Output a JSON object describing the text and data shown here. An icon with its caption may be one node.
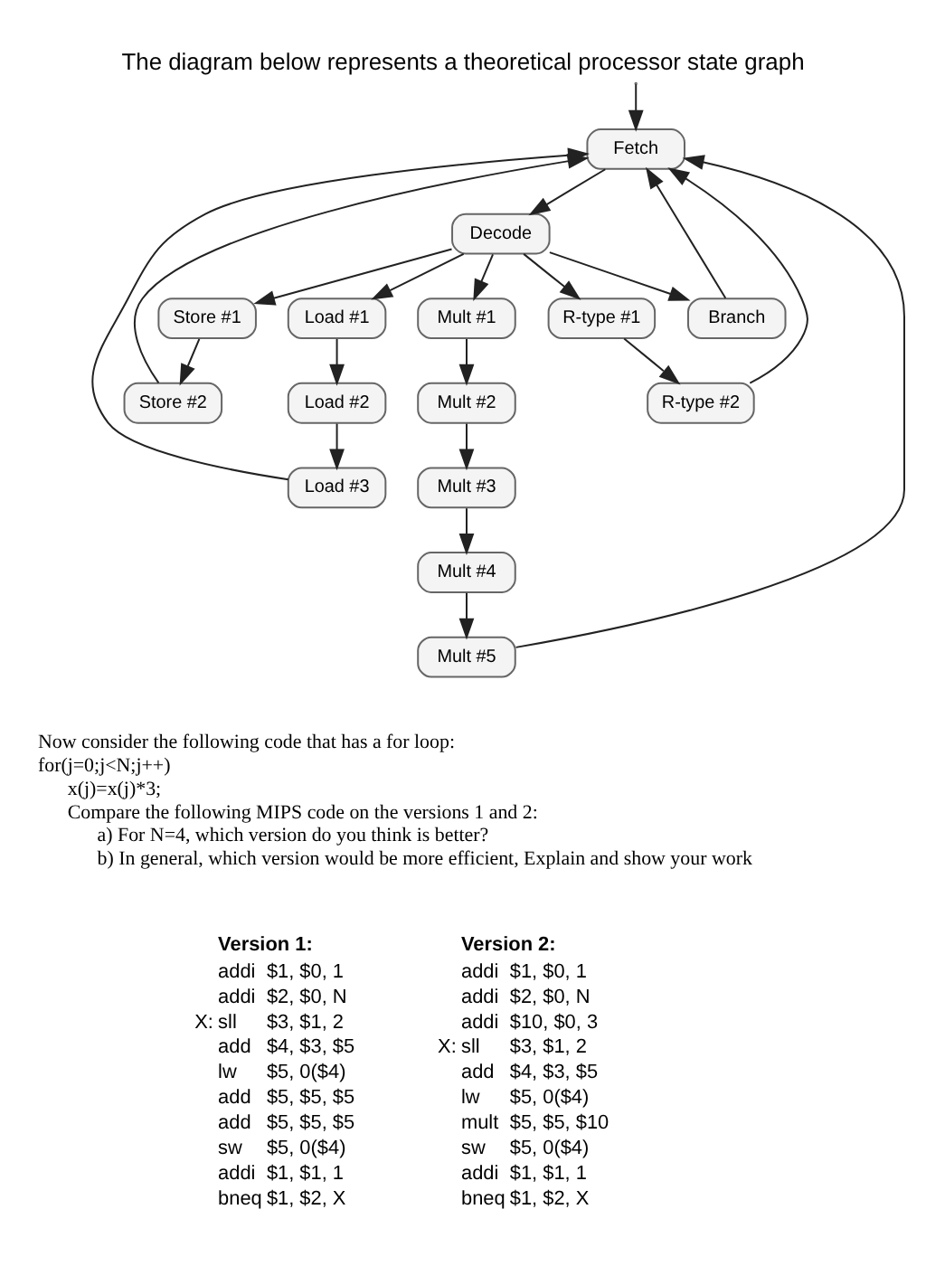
{
  "diagram": {
    "title": "The diagram below represents a theoretical processor state graph",
    "nodes": [
      {
        "text": [
          "Fetch"
        ]
      },
      {
        "text": [
          "Decode"
        ]
      },
      {
        "text": [
          "Load #1"
        ]
      },
      {
        "text": [
          "Store #1"
        ]
      },
      {
        "text": [
          "Branch"
        ]
      },
      {
        "text": [
          "R-type #1"
        ]
      },
      {
        "text": [
          "Mult #1"
        ]
      },
      {
        "text": [
          "Load #2"
        ]
      },
      {
        "text": [
          "Store #2"
        ]
      },
      {
        "text": [
          "R-type #2"
        ]
      },
      {
        "text": [
          "Mult #2"
        ]
      },
      {
        "text": [
          "Load #3"
        ]
      },
      {
        "text": [
          "Mult #3"
        ]
      },
      {
        "text": [
          "Mult #4"
        ]
      },
      {
        "text": [
          "Mult #5"
        ]
      }
    ],
    "edges": [
      {
        "from": null,
        "to": 0,
        "arrow": "to"
      },
      {
        "from": 0,
        "to": 1,
        "arrow": "to"
      },
      {
        "from": 1,
        "to": 2,
        "arrow": "to"
      },
      {
        "from": 1,
        "to": 3,
        "arrow": "to"
      },
      {
        "from": 1,
        "to": 4,
        "arrow": "to"
      },
      {
        "from": 1,
        "to": 5,
        "arrow": "to"
      },
      {
        "from": 1,
        "to": 6,
        "arrow": "to"
      },
      {
        "from": 2,
        "to": 7,
        "arrow": "to"
      },
      {
        "from": 7,
        "to": 11,
        "arrow": "to"
      },
      {
        "from": 3,
        "to": 8,
        "arrow": "to"
      },
      {
        "from": 5,
        "to": 9,
        "arrow": "to"
      },
      {
        "from": 6,
        "to": 10,
        "arrow": "to"
      },
      {
        "from": 10,
        "to": 12,
        "arrow": "to"
      },
      {
        "from": 12,
        "to": 13,
        "arrow": "to"
      },
      {
        "from": 13,
        "to": 14,
        "arrow": "to"
      },
      {
        "from": 11,
        "to": 0,
        "arrow": "to"
      },
      {
        "from": 8,
        "to": 0,
        "arrow": "to"
      },
      {
        "from": 4,
        "to": 0,
        "arrow": "to"
      },
      {
        "from": 9,
        "to": 0,
        "arrow": "to"
      },
      {
        "from": 14,
        "to": 0,
        "arrow": "to"
      }
    ],
    "labels": [
      "Now consider the following code that has a for loop:",
      "for(j=0;j<N;j++)",
      "x(j)=x(j)*3;",
      "Compare the following MIPS code on the versions 1 and 2:",
      "a) For N=4, which version do you think is better?",
      "b) In general, which version would be more efficient, Explain and show your work",
      "Version 1:",
      "addi",
      "$1, $0, 1",
      "addi",
      "$2, $0, N",
      "X:",
      "sll",
      "$3, $1, 2",
      "add",
      "$4, $3, $5",
      "lw",
      "$5, 0($4)",
      "add",
      "$5, $5, $5",
      "add",
      "$5, $5, $5",
      "sw",
      "$5, 0($4)",
      "addi",
      "$1, $1, 1",
      "bneq",
      "$1, $2, X",
      "Version 2:",
      "addi",
      "$1, $0, 1",
      "addi",
      "$2, $0, N",
      "addi",
      "$10, $0, 3",
      "X:",
      "sll",
      "$3, $1, 2",
      "add",
      "$4, $3, $5",
      "lw",
      "$5, 0($4)",
      "mult",
      "$5, $5, $10",
      "sw",
      "$5, 0($4)",
      "addi",
      "$1, $1, 1",
      "bneq",
      "$1, $2, X"
    ]
  }
}
